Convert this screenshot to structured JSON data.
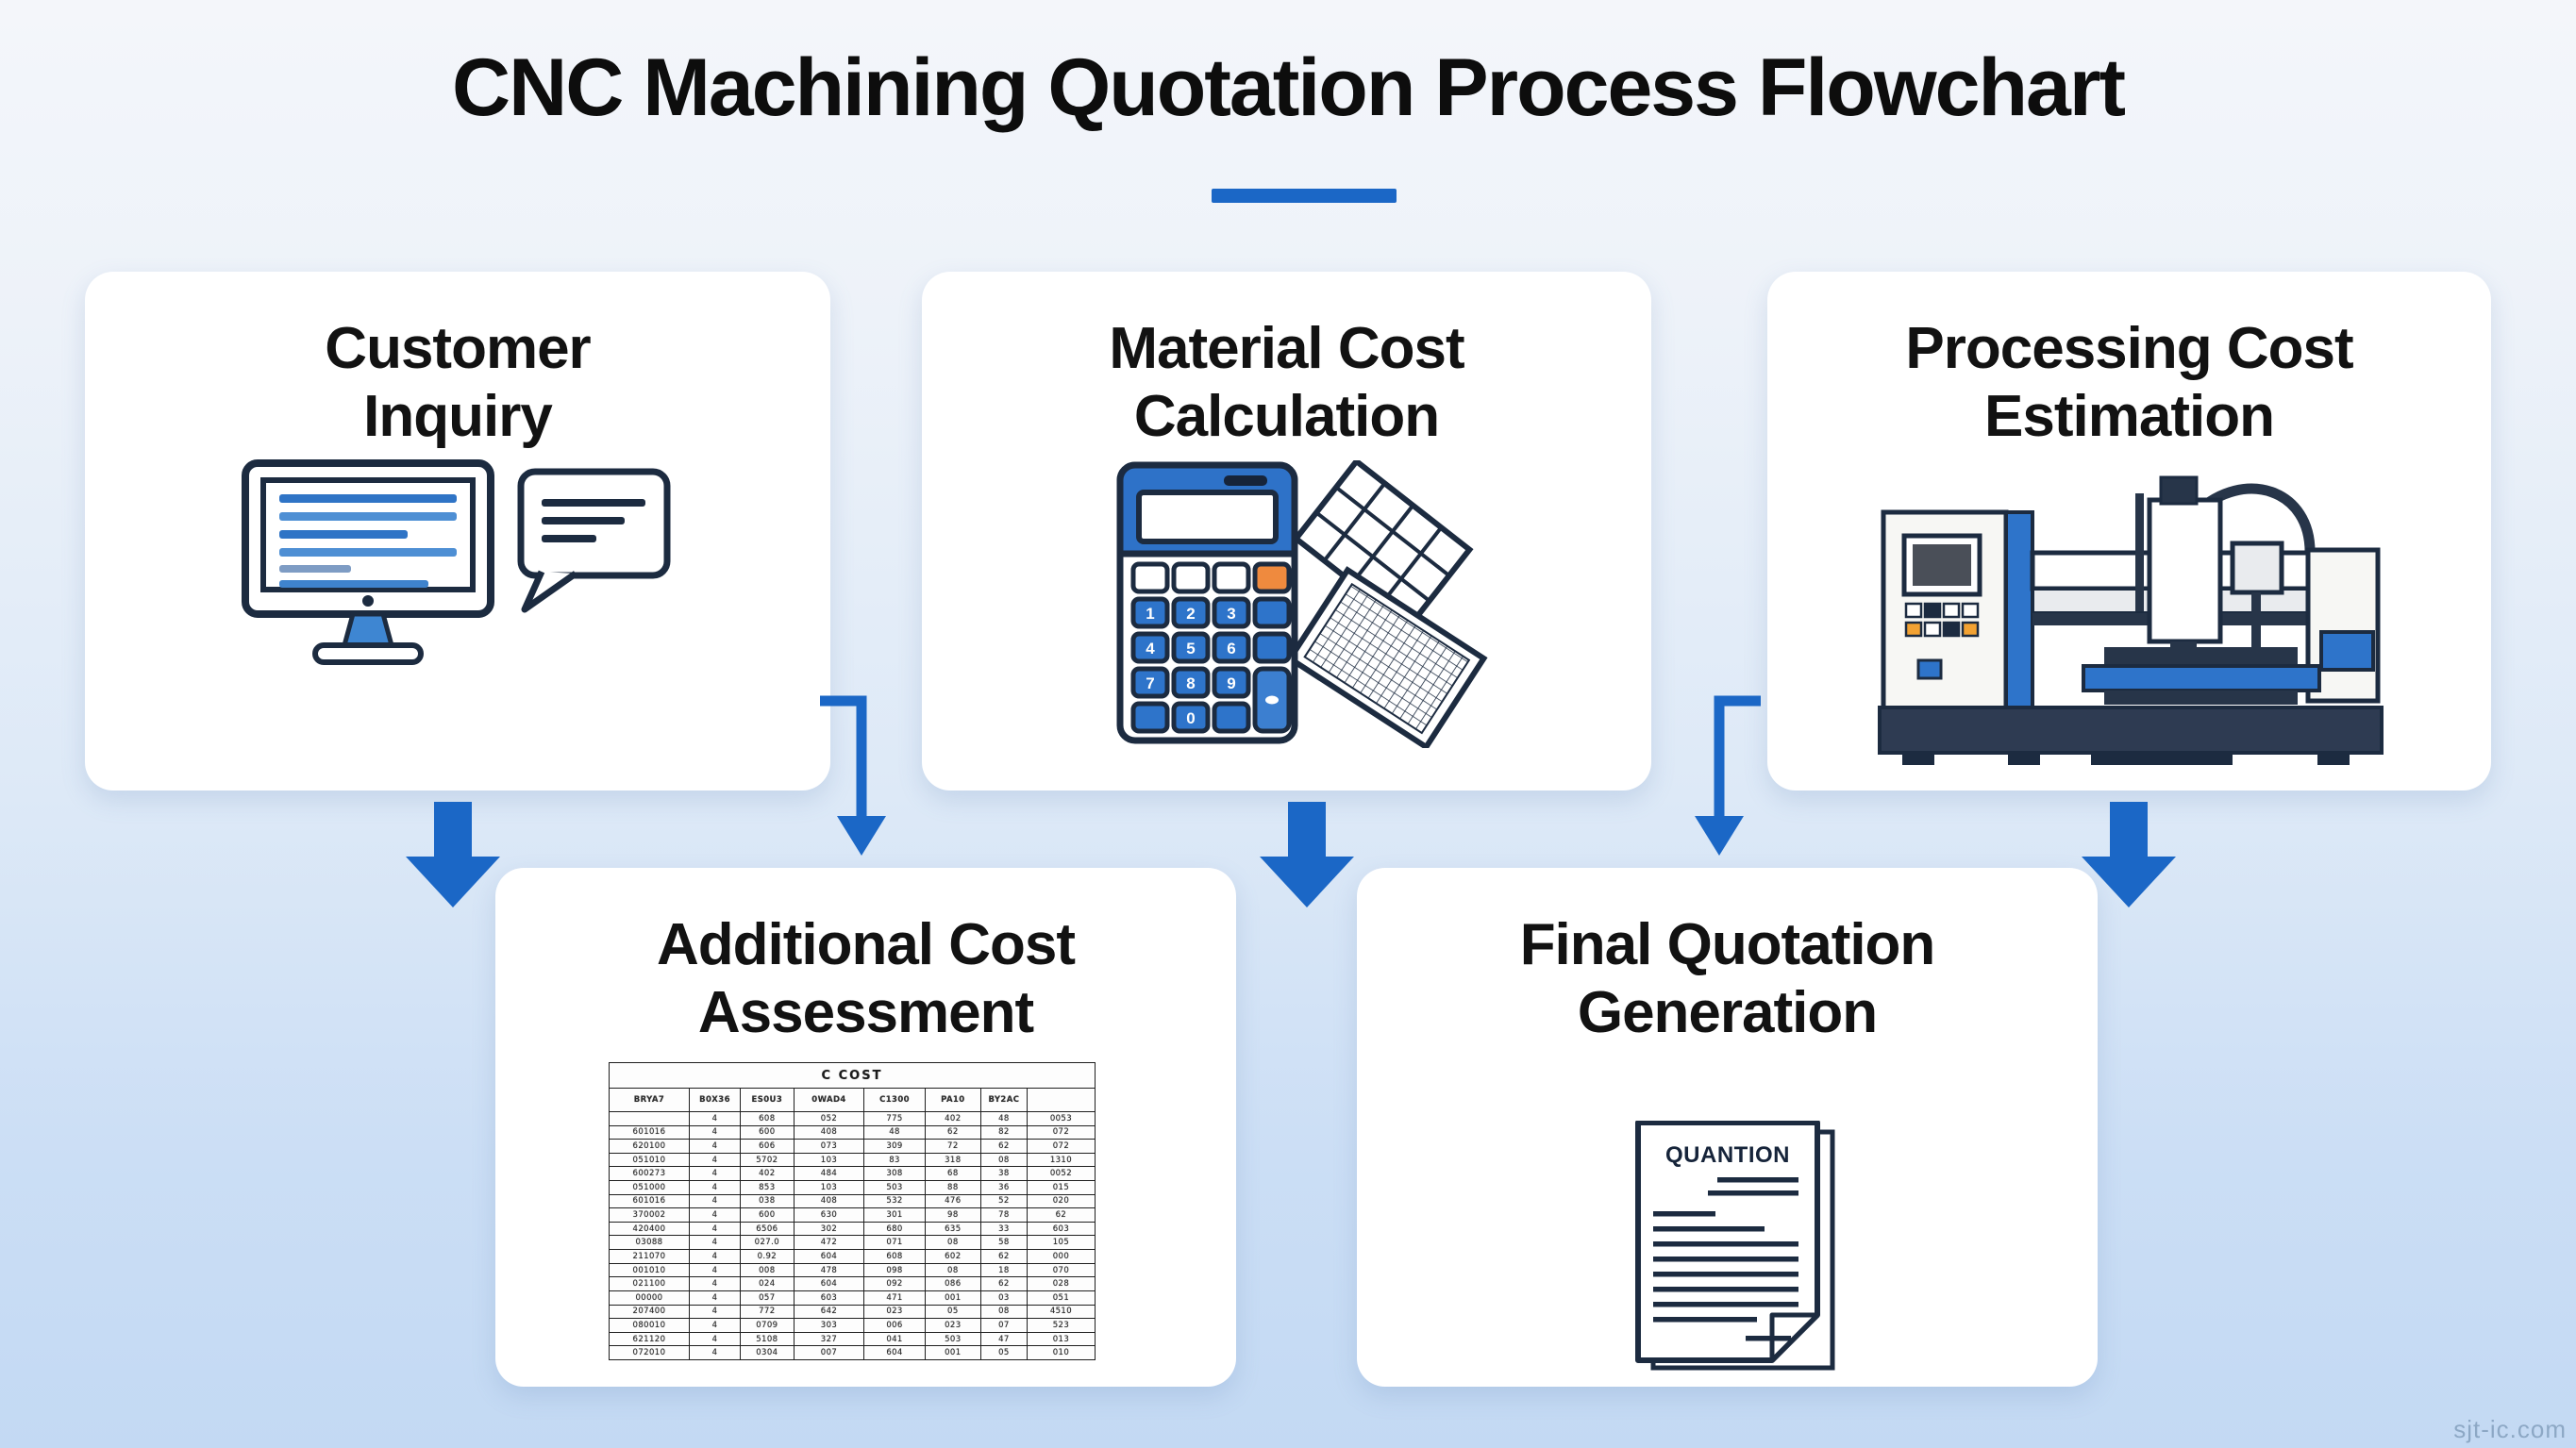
{
  "page": {
    "title": "CNC Machining Quotation Process Flowchart",
    "watermark": "sjt-ic.com"
  },
  "colors": {
    "accent_blue": "#1b67c6",
    "outline_navy": "#1c2b40",
    "fill_blue": "#2e74ca",
    "light_blue_line": "#4e8fd4",
    "key_orange": "#ef8a3e",
    "machine_base_navy": "#2e3b52",
    "card_white": "#ffffff"
  },
  "boxes": {
    "customer_inquiry": {
      "line1": "Customer",
      "line2": "Inquiry",
      "icon": "monitor-chat-icon"
    },
    "material_cost": {
      "line1": "Material Cost",
      "line2": "Calculation",
      "icon": "calculator-sheets-icon"
    },
    "processing_cost": {
      "line1": "Processing Cost",
      "line2": "Estimation",
      "icon": "cnc-machine-icon"
    },
    "additional_cost": {
      "line1": "Additional Cost",
      "line2": "Assessment",
      "icon": "cost-table"
    },
    "final_quotation": {
      "line1": "Final Quotation",
      "line2": "Generation",
      "icon": "quotation-document-icon"
    }
  },
  "cost_table": {
    "title": "C COST",
    "headers": [
      "BRYA7",
      "B0X36",
      "ES0U3",
      "0WAD4",
      "C1300",
      "PA10",
      "BY2AC",
      ""
    ],
    "rows": [
      [
        "",
        "4",
        "608",
        "052",
        "775",
        "402",
        "48",
        "0053"
      ],
      [
        "601016",
        "4",
        "600",
        "408",
        "48",
        "62",
        "82",
        "072"
      ],
      [
        "620100",
        "4",
        "606",
        "073",
        "309",
        "72",
        "62",
        "072"
      ],
      [
        "051010",
        "4",
        "5702",
        "103",
        "83",
        "318",
        "08",
        "1310"
      ],
      [
        "600273",
        "4",
        "402",
        "484",
        "308",
        "68",
        "38",
        "0052"
      ],
      [
        "051000",
        "4",
        "853",
        "103",
        "503",
        "88",
        "36",
        "015"
      ],
      [
        "601016",
        "4",
        "038",
        "408",
        "532",
        "476",
        "52",
        "020"
      ],
      [
        "370002",
        "4",
        "600",
        "630",
        "301",
        "98",
        "78",
        "62"
      ],
      [
        "420400",
        "4",
        "6506",
        "302",
        "680",
        "635",
        "33",
        "603"
      ],
      [
        "03088",
        "4",
        "027.0",
        "472",
        "071",
        "08",
        "58",
        "105"
      ],
      [
        "211070",
        "4",
        "0.92",
        "604",
        "608",
        "602",
        "62",
        "000"
      ],
      [
        "001010",
        "4",
        "008",
        "478",
        "098",
        "08",
        "18",
        "070"
      ],
      [
        "021100",
        "4",
        "024",
        "604",
        "092",
        "086",
        "62",
        "028"
      ],
      [
        "00000",
        "4",
        "057",
        "603",
        "471",
        "001",
        "03",
        "051"
      ],
      [
        "207400",
        "4",
        "772",
        "642",
        "023",
        "05",
        "08",
        "4510"
      ],
      [
        "080010",
        "4",
        "0709",
        "303",
        "006",
        "023",
        "07",
        "523"
      ],
      [
        "621120",
        "4",
        "5108",
        "327",
        "041",
        "503",
        "47",
        "013"
      ],
      [
        "072010",
        "4",
        "0304",
        "007",
        "604",
        "001",
        "05",
        "010"
      ]
    ]
  },
  "document_icon": {
    "header": "QUANTION"
  }
}
